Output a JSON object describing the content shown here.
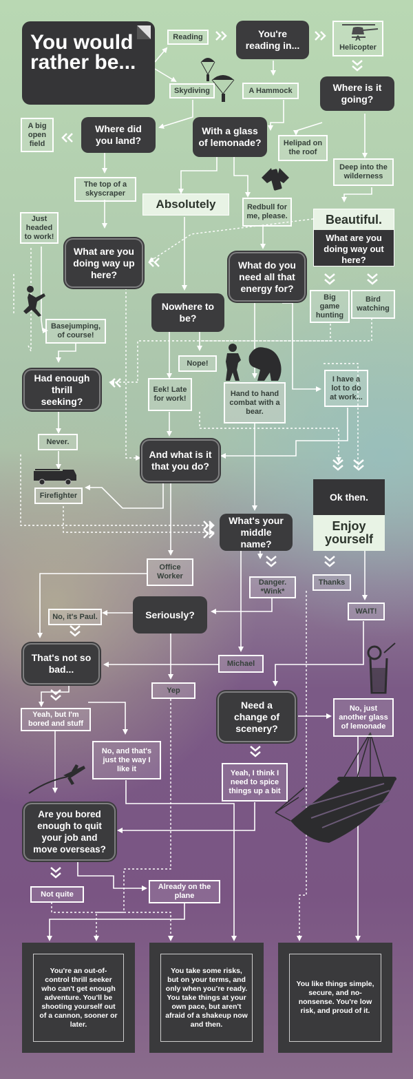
{
  "title": "You would rather be...",
  "nodes": {
    "reading": "Reading",
    "skydiving": "Skydiving",
    "reading_in": "You're reading in...",
    "helicopter": "A Helicopter",
    "hammock": "A Hammock",
    "where_going": "Where is it going?",
    "big_field": "A big open field",
    "where_land": "Where did you land?",
    "lemonade": "With a glass of lemonade?",
    "helipad": "Helipad on the roof",
    "wilderness": "Deep into the wilderness",
    "skyscraper": "The top of a skyscraper",
    "absolutely": "Absolutely",
    "redbull": "Redbull for me, please.",
    "beautiful": "Beautiful.",
    "doing_out_here": "What are you doing way out here?",
    "headed_work": "Just headed to work!",
    "doing_up_here": "What are you doing way up here?",
    "energy_for": "What do you need all that energy for?",
    "big_game": "Big game hunting",
    "bird": "Bird watching",
    "nowhere": "Nowhere to be?",
    "basejumping": "Basejumping, of course!",
    "nope": "Nope!",
    "had_enough": "Had enough thrill seeking?",
    "eek": "Eek! Late for work!",
    "bear": "Hand to hand combat with a bear.",
    "lot_to_do": "I have a lot to do at work...",
    "never": "Never.",
    "what_do": "And what is it that you do?",
    "ok_then": "Ok then.",
    "enjoy": "Enjoy yourself",
    "firefighter": "Firefighter",
    "middle_name": "What's your middle name?",
    "office": "Office Worker",
    "danger": "Danger. *Wink*",
    "thanks": "Thanks",
    "no_paul": "No, it's Paul.",
    "seriously": "Seriously?",
    "wait": "WAIT!",
    "not_bad": "That's not so bad...",
    "michael": "Michael",
    "yep": "Yep",
    "scenery": "Need a change of scenery?",
    "another_lemonade": "No, just another glass of lemonade",
    "bored_stuff": "Yeah, but I'm bored and stuff",
    "just_way": "No, and that's just the way I like it",
    "spice": "Yeah, I think I need to spice things up a bit",
    "quit_job": "Are you bored enough to quit your job and move overseas?",
    "not_quite": "Not quite",
    "on_plane": "Already on the plane"
  },
  "results": [
    "You're an out-of-control thrill seeker who can't get enough adventure. You'll be shooting yourself out of a cannon, sooner or later.",
    "You take some risks, but on your terms, and only when you're ready. You take things at your own pace, but aren't afraid of a shakeup now and then.",
    "You like things simple, secure, and no-nonsense. You're low risk, and proud of it."
  ],
  "icons": [
    "parachute-icon",
    "helicopter-icon",
    "redbull-can-icon",
    "jumper-icon",
    "boxer-bear-icon",
    "firetruck-icon",
    "airplane-icon",
    "lemonade-glass-icon",
    "hammock-icon",
    "chevron-arrows-icon"
  ],
  "colors": {
    "box_dark": "#3b3b3d",
    "label_bg": "#e8f3e5",
    "line": "#ffffff"
  }
}
